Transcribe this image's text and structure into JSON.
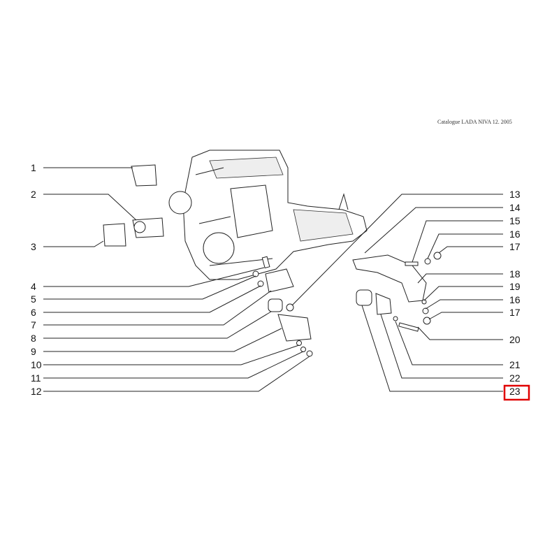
{
  "header": {
    "catalogue_text": "Catalogue LADA NIVA 12. 2005"
  },
  "labels_left": [
    "1",
    "2",
    "3",
    "4",
    "5",
    "6",
    "7",
    "8",
    "9",
    "10",
    "11",
    "12"
  ],
  "labels_right": [
    "13",
    "14",
    "15",
    "16",
    "17",
    "18",
    "19",
    "16",
    "17",
    "20",
    "21",
    "22",
    "23"
  ],
  "highlight": {
    "label": "23",
    "color": "#e00000"
  }
}
